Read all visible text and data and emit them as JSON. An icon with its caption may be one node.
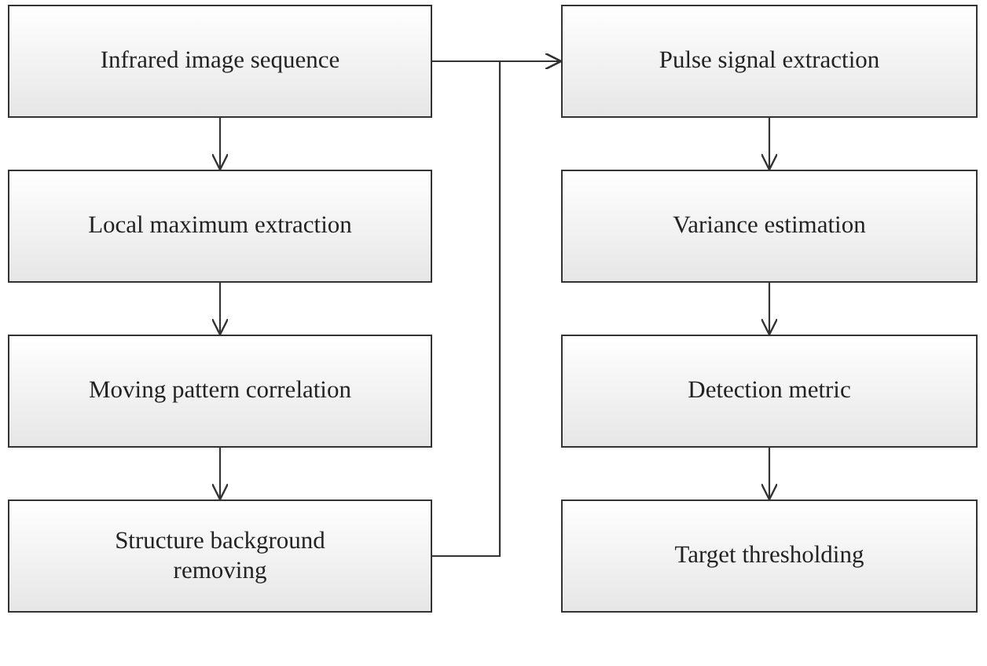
{
  "diagram": {
    "nodes": [
      {
        "text": [
          "Infrared image sequence"
        ]
      },
      {
        "text": [
          "Local maximum extraction"
        ]
      },
      {
        "text": [
          "Moving pattern correlation"
        ]
      },
      {
        "text": [
          "Structure background removing"
        ]
      },
      {
        "text": [
          "Pulse signal extraction"
        ]
      },
      {
        "text": [
          "Variance estimation"
        ]
      },
      {
        "text": [
          "Detection metric"
        ]
      },
      {
        "text": [
          "Target thresholding"
        ]
      }
    ],
    "edges": [
      {
        "from": 0,
        "to": 1,
        "arrow": "to"
      },
      {
        "from": 1,
        "to": 2,
        "arrow": "to"
      },
      {
        "from": 2,
        "to": 3,
        "arrow": "to"
      },
      {
        "from": 0,
        "to": 4,
        "arrow": "to"
      },
      {
        "from": 3,
        "to": 4,
        "arrow": "to"
      },
      {
        "from": 4,
        "to": 5,
        "arrow": "to"
      },
      {
        "from": 5,
        "to": 6,
        "arrow": "to"
      },
      {
        "from": 6,
        "to": 7,
        "arrow": "to"
      }
    ]
  }
}
